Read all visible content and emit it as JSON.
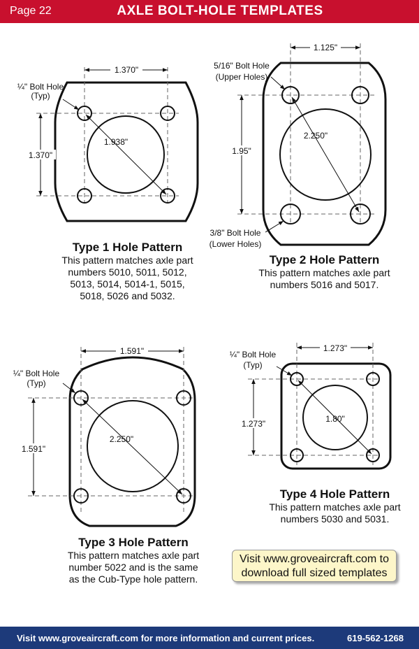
{
  "header": {
    "page": "Page 22",
    "title": "AXLE BOLT-HOLE TEMPLATES"
  },
  "type1": {
    "title": "Type 1 Hole Pattern",
    "desc": [
      "This pattern matches axle part",
      "numbers 5010, 5011, 5012,",
      "5013, 5014, 5014-1, 5015,",
      "5018, 5026 and 5032."
    ],
    "dim_h": "1.370\"",
    "dim_v": "1.370\"",
    "dim_diag": "1.938\"",
    "hole_a": "¼\" Bolt Hole",
    "hole_b": "(Typ)"
  },
  "type2": {
    "title": "Type 2 Hole Pattern",
    "desc": [
      "This pattern matches axle part",
      "numbers 5016 and 5017."
    ],
    "dim_h": "1.125\"",
    "dim_v": "1.95\"",
    "dim_diag": "2.250\"",
    "upper_a": "5/16\" Bolt Hole",
    "upper_b": "(Upper Holes)",
    "lower_a": "3/8\" Bolt Hole",
    "lower_b": "(Lower Holes)"
  },
  "type3": {
    "title": "Type 3 Hole Pattern",
    "desc": [
      "This pattern matches axle part",
      "number 5022 and is the same",
      "as the Cub-Type hole pattern."
    ],
    "dim_h": "1.591\"",
    "dim_v": "1.591\"",
    "dim_diag": "2.250\"",
    "hole_a": "¼\" Bolt Hole",
    "hole_b": "(Typ)"
  },
  "type4": {
    "title": "Type 4 Hole Pattern",
    "desc": [
      "This pattern matches axle part",
      "numbers 5030 and 5031."
    ],
    "dim_h": "1.273\"",
    "dim_v": "1.273\"",
    "dim_diag": "1.80\"",
    "hole_a": "¼\" Bolt Hole",
    "hole_b": "(Typ)"
  },
  "visit": {
    "line1": "Visit www.groveaircraft.com to",
    "line2": "download full sized templates"
  },
  "footer": {
    "text": "Visit www.groveaircraft.com for more information and current prices.",
    "phone": "619-562-1268"
  }
}
